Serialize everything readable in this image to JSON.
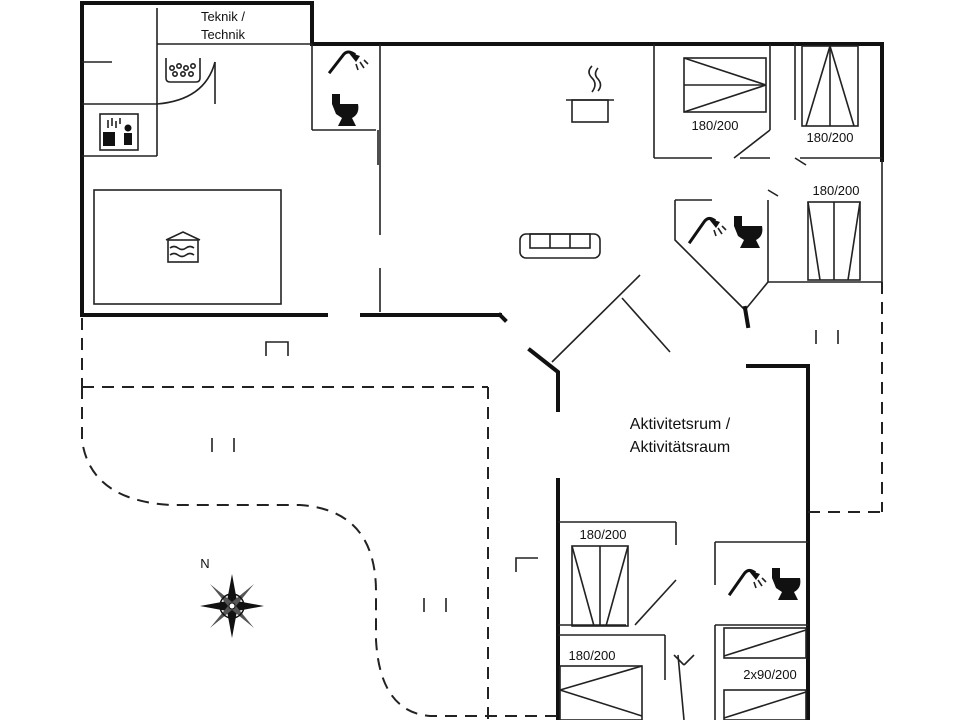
{
  "rooms": {
    "technik": {
      "line1": "Teknik /",
      "line2": "Technik"
    },
    "activity": {
      "line1": "Aktivitetsrum /",
      "line2": "Aktivitätsraum"
    }
  },
  "beds": [
    {
      "label": "180/200"
    },
    {
      "label": "180/200"
    },
    {
      "label": "180/200"
    },
    {
      "label": "180/200"
    },
    {
      "label": "180/200"
    },
    {
      "label": "2x90/200"
    }
  ],
  "compass": {
    "label": "N"
  },
  "icons": [
    "washing-machine-icon",
    "sauna-icon",
    "pool-icon",
    "shower-icon",
    "toilet-icon",
    "stove-pot-icon",
    "sofa-icon",
    "terrace-icon",
    "compass-rose-icon"
  ]
}
